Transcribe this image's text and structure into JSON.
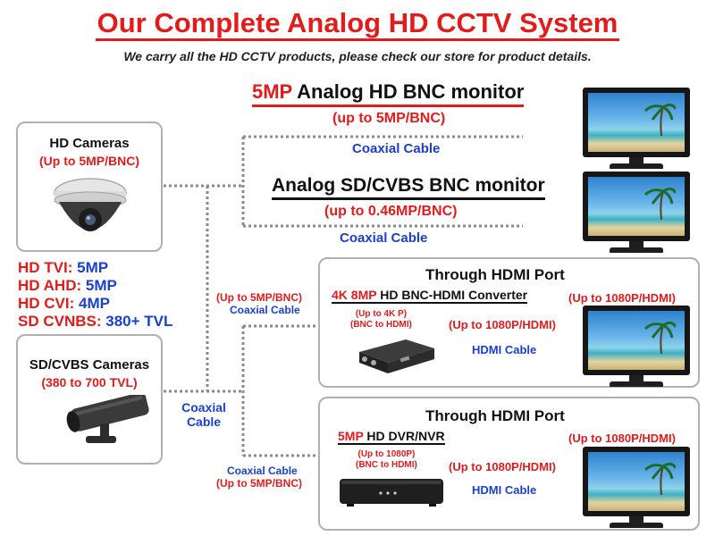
{
  "header": {
    "title": "Our Complete Analog HD CCTV System",
    "subtitle": "We carry all the HD CCTV products, please check our store for product details."
  },
  "hd_cameras": {
    "title": "HD Cameras",
    "subtitle": "(Up to 5MP/BNC)"
  },
  "specs": [
    {
      "label": "HD TVI:",
      "value": "5MP"
    },
    {
      "label": "HD AHD:",
      "value": "5MP"
    },
    {
      "label": "HD CVI:",
      "value": "4MP"
    },
    {
      "label": "SD CVNBS:",
      "value": "380+ TVL"
    }
  ],
  "sd_cameras": {
    "title": "SD/CVBS Cameras",
    "subtitle": "(380 to 700 TVL)"
  },
  "hd_monitor": {
    "title_highlight": "5MP",
    "title_rest": " Analog HD BNC monitor",
    "resolution": "(up to 5MP/BNC)",
    "cable": "Coaxial Cable"
  },
  "sd_monitor": {
    "title": "Analog SD/CVBS BNC monitor",
    "resolution": "(up to 0.46MP/BNC)",
    "cable": "Coaxial Cable"
  },
  "left_cable": {
    "line1": "Coaxial",
    "line2": "Cable"
  },
  "hdmi_converter": {
    "port_title": "Through HDMI Port",
    "device_highlight": "4K 8MP",
    "device_rest": " HD BNC-HDMI Converter",
    "input_res_line1": "(Up to 4K P)",
    "input_res_line2": "(BNC to HDMI)",
    "output_res": "(Up to 1080P/HDMI)",
    "output_res_top": "(Up to 1080P/HDMI)",
    "cable": "HDMI Cable",
    "coax_res": "(Up to 5MP/BNC)",
    "coax_cable": "Coaxial Cable"
  },
  "dvr": {
    "port_title": "Through HDMI Port",
    "device_highlight": "5MP",
    "device_rest": " HD DVR/NVR",
    "input_res_line1": "(Up to 1080P)",
    "input_res_line2": "(BNC to HDMI)",
    "output_res": "(Up to 1080P/HDMI)",
    "output_res_top": "(Up to 1080P/HDMI)",
    "cable": "HDMI Cable",
    "coax_cable": "Coaxial Cable",
    "coax_res": "(Up to 5MP/BNC)"
  },
  "colors": {
    "red": "#e31b1b",
    "blue": "#1a3fd1",
    "connector": "#8a8a8a"
  }
}
